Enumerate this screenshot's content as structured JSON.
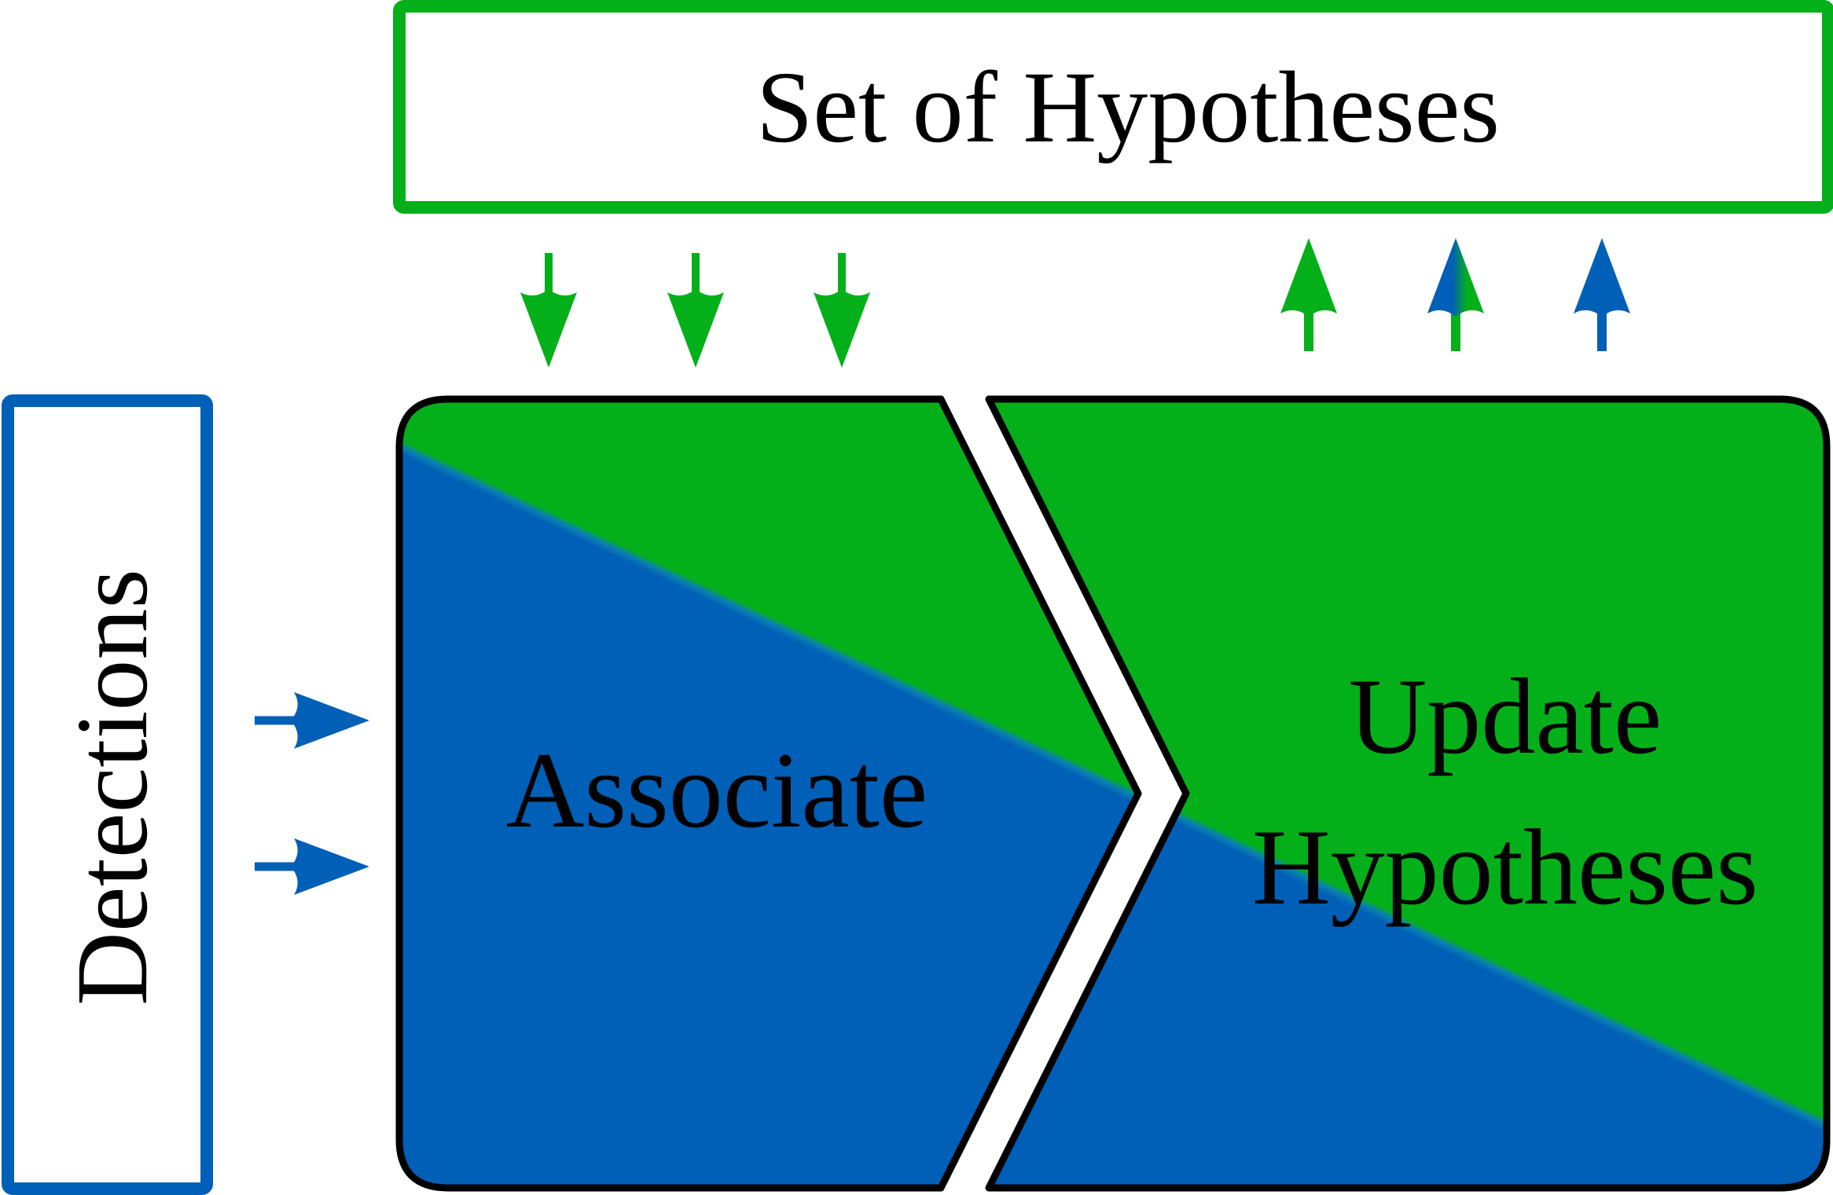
{
  "labels": {
    "hypotheses_set": "Set of Hypotheses",
    "detections": "Detections",
    "associate": "Associate",
    "update_line1": "Update",
    "update_line2": "Hypotheses"
  },
  "colors": {
    "green": "#03b019",
    "blue": "#005fb6",
    "blend": "#0a82b0",
    "outline": "#000000",
    "background": "#ffffff"
  },
  "arrows": {
    "down_to_associate": {
      "count": 3,
      "color": "green"
    },
    "detections_to_associate": {
      "count": 2,
      "color": "blue"
    },
    "up_to_hypotheses": {
      "count": 3,
      "colors": [
        "green",
        "green-blue",
        "blue"
      ]
    }
  }
}
